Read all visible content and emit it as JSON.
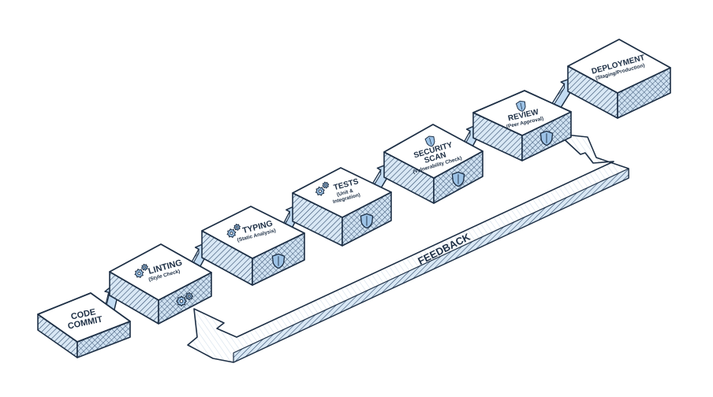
{
  "colors": {
    "ink": "#1d2f45",
    "top_face": "#ffffff",
    "side_face": "#d9e8f5",
    "hatch": "#2f4a6b",
    "arrow_fill": "#c3dcf3",
    "icon_fill": "#9cc2e6"
  },
  "stages": [
    {
      "title": "CODE\nCOMMIT",
      "subtitle": "",
      "icon": ""
    },
    {
      "title": "LINTING",
      "subtitle": "(Style Check)",
      "icon": "gears-icon"
    },
    {
      "title": "TYPING",
      "subtitle": "(Static Analysis)",
      "icon": "gears-icon"
    },
    {
      "title": "TESTS",
      "subtitle": "(Unit &\nIntegration)",
      "icon": "gears-icon"
    },
    {
      "title": "SECURITY\nSCAN",
      "subtitle": "(Vulnerability Check)",
      "icon": "shield-icon"
    },
    {
      "title": "REVIEW",
      "subtitle": "(Peer Approval)",
      "icon": "shield-icon"
    },
    {
      "title": "DEPLOYMENT",
      "subtitle": "(Staging/Production)",
      "icon": ""
    }
  ],
  "feedback": {
    "label": "FEEDBACK"
  }
}
